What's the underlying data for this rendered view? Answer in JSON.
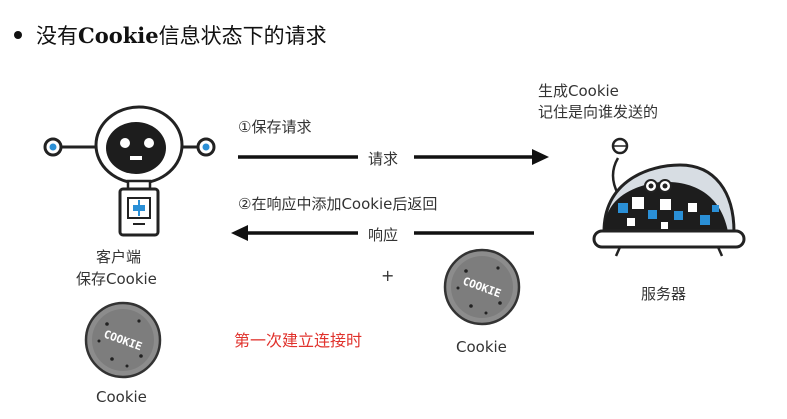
{
  "heading": {
    "prefix": "没有 ",
    "bold": "Cookie",
    "suffix": " 信息状态下的请求"
  },
  "step1": "①保存请求",
  "request": "请求",
  "step2": "②在响应中添加Cookie后返回",
  "response": "响应",
  "server_note": [
    "生成Cookie",
    "记住是向谁发送的"
  ],
  "client_label": [
    "客户端",
    "保存Cookie"
  ],
  "server_label": "服务器",
  "plus": "+",
  "cookie_word": "COOKIE",
  "cookie_caption_right": "Cookie",
  "cookie_caption_left": "Cookie",
  "first_time_note": "第一次建立连接时",
  "colors": {
    "accent_red": "#e0322c",
    "robot_blue": "#2a8fd6",
    "server_dark": "#1d1d1d"
  }
}
